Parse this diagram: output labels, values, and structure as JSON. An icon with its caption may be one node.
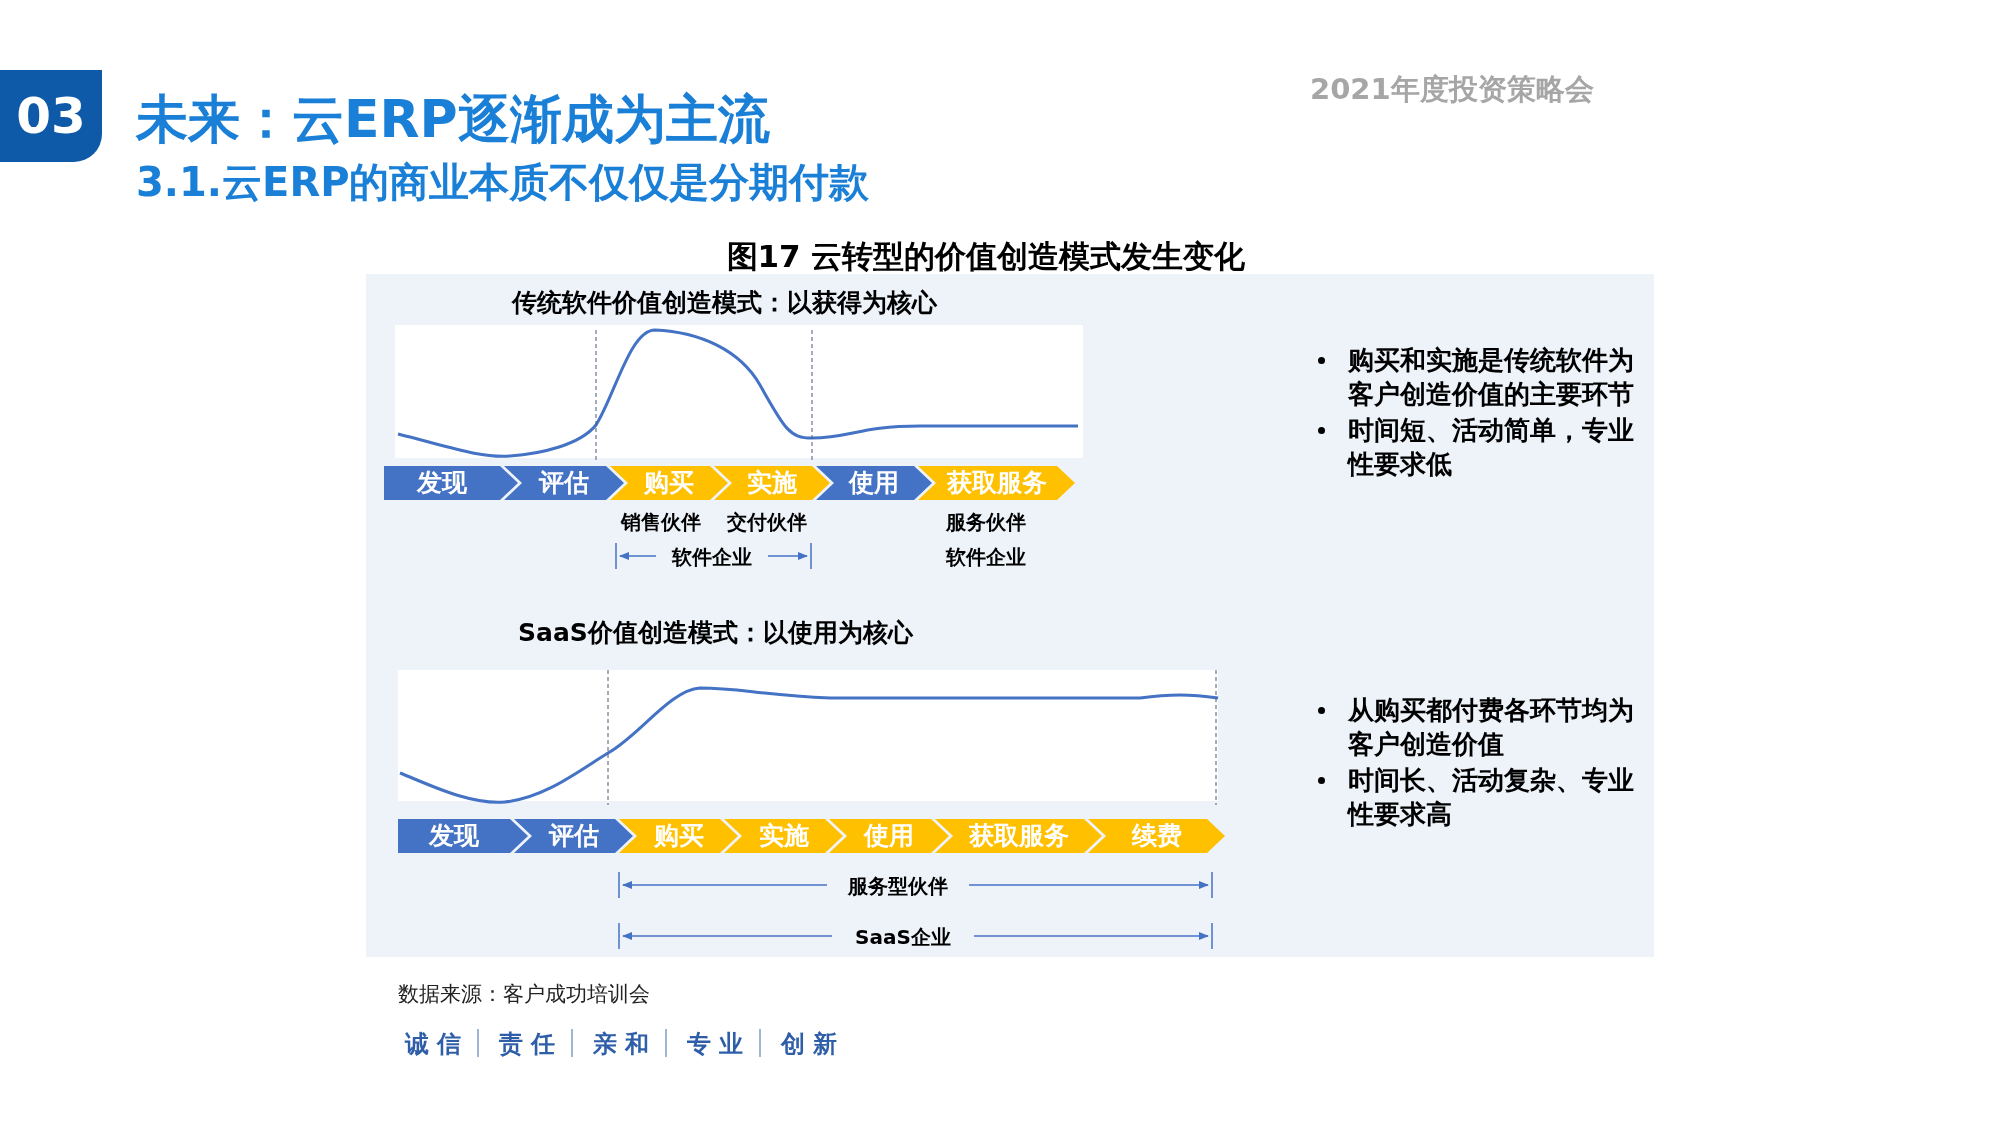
{
  "diagram": {
    "title": "未来：云ERP逐渐成为主流",
    "nodes": [
      {
        "text": [
          "03"
        ]
      },
      {
        "text": [
          "发现"
        ]
      },
      {
        "text": [
          "评估"
        ]
      },
      {
        "text": [
          "购买"
        ]
      },
      {
        "text": [
          "实施"
        ]
      },
      {
        "text": [
          "使用"
        ]
      },
      {
        "text": [
          "获取服务"
        ]
      },
      {
        "text": [
          "发现"
        ]
      },
      {
        "text": [
          "评估"
        ]
      },
      {
        "text": [
          "购买"
        ]
      },
      {
        "text": [
          "实施"
        ]
      },
      {
        "text": [
          "使用"
        ]
      },
      {
        "text": [
          "获取服务"
        ]
      },
      {
        "text": [
          "续费"
        ]
      }
    ],
    "edges": [],
    "labels": [
      "3.1.云ERP的商业本质不仅仅是分期付款",
      "2021年度投资策略会",
      "图17 云转型的价值创造模式发生变化",
      "传统软件价值创造模式：以获得为核心",
      "销售伙伴",
      "交付伙伴",
      "服务伙伴",
      "软件企业",
      "软件企业",
      "购买和实施是传统软件为客户创造价值的主要环节",
      "时间短、活动简单，专业性要求低",
      "SaaS价值创造模式：以使用为核心",
      "服务型伙伴",
      "SaaS企业",
      "从购买都付费各环节均为客户创造价值",
      "时间长、活动复杂、专业性要求高",
      "数据来源：客户成功培训会",
      "诚 信",
      "责 任",
      "亲 和",
      "专 业",
      "创 新"
    ]
  }
}
